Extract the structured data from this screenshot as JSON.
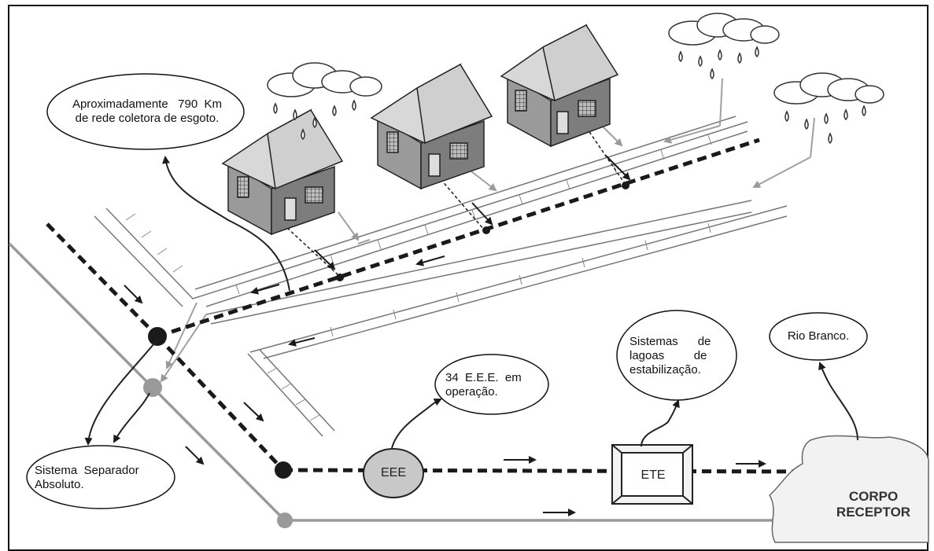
{
  "callouts": {
    "rede": {
      "line1": "Aproximadamente   790  Km",
      "line2": "de rede coletora de esgoto."
    },
    "separador": {
      "line1": "Sistema  Separador",
      "line2": "Absoluto."
    },
    "eee_ops": {
      "line1": "34  E.E.E.  em",
      "line2": "operação."
    },
    "lagoas": {
      "line1": "Sistemas      de",
      "line2": "lagoas         de",
      "line3": "estabilização."
    },
    "rio": {
      "text": "Rio Branco."
    }
  },
  "labels": {
    "eee": "EEE",
    "ete": "ETE",
    "corpo_line1": "CORPO",
    "corpo_line2": "RECEPTOR"
  },
  "colors": {
    "sewer_line": "#1a1a1a",
    "storm_line": "#9a9a9a",
    "house_wall": "#8c8c8c",
    "house_roof": "#d8d8d8",
    "eee_fill": "#c8c8c8",
    "receptor_fill": "#f2f2f2"
  }
}
